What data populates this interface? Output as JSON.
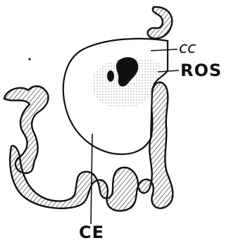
{
  "figure": {
    "labels": {
      "cc": "cc",
      "ros": "ROS",
      "ce": "CE"
    },
    "colors": {
      "ink": "#111111",
      "background": "#ffffff"
    }
  }
}
